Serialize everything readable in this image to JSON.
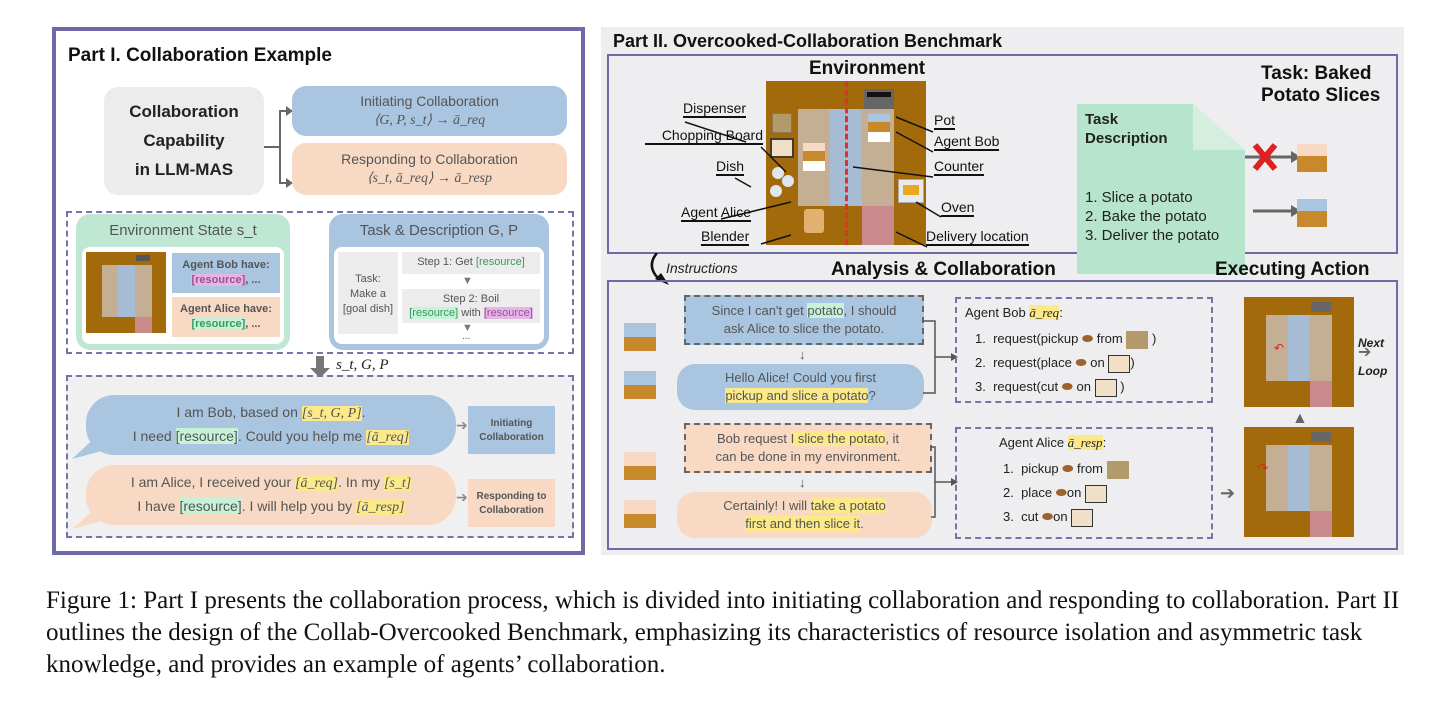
{
  "part1": {
    "title": "Part I. Collaboration Example",
    "capability": [
      "Collaboration",
      "Capability",
      "in LLM-MAS"
    ],
    "initiating": {
      "label": "Initiating Collaboration",
      "formula": "⟨G, P, s_t⟩ → ā_req"
    },
    "responding": {
      "label": "Responding to Collaboration",
      "formula": "⟨s_t, ā_req⟩ → ā_resp"
    },
    "env_state": {
      "title": "Environment State s_t",
      "bob_have": "Agent Bob have:",
      "alice_have": "Agent Alice have:",
      "resource": "[resource]",
      "ellipsis": ", ..."
    },
    "task_desc": {
      "title": "Task & Description G, P",
      "task": [
        "Task:",
        "Make a",
        "[goal dish]"
      ],
      "step1_prefix": "Step 1: Get ",
      "step2_prefix": "Step 2:  Boil",
      "with": " with ",
      "resource": "[resource]",
      "more": "..."
    },
    "flow_label": "s_t, G, P",
    "bob_msg": {
      "line1_prefix": "I am Bob, based on ",
      "line1_hl": "[s_t, G, P]",
      "line2_prefix": "I need ",
      "resource": "[resource]",
      "line2_mid": ". Could you help me ",
      "line2_hl": "[ā_req]"
    },
    "alice_msg": {
      "line1_prefix": "I am Alice,  I received your ",
      "line1_hl1": "[ā_req]",
      "line1_mid": ". In my ",
      "line1_hl2": "[s_t]",
      "line2_prefix": "I have ",
      "resource": "[resource]",
      "line2_mid": ". I will help you by ",
      "line2_hl": "[ā_resp]"
    },
    "tag_initiating": [
      "Initiating",
      "Collaboration"
    ],
    "tag_responding": [
      "Responding to",
      "Collaboration"
    ]
  },
  "part2": {
    "title": "Part II. Overcooked-Collaboration Benchmark",
    "environment": {
      "title": "Environment",
      "labels_left": [
        "Dispenser",
        "Chopping Board",
        "Dish",
        "Agent Alice",
        "Blender"
      ],
      "labels_right": [
        "Pot",
        "Agent Bob",
        "Counter",
        "Oven",
        "Delivery location"
      ]
    },
    "task": {
      "title": "Task: Baked Potato Slices",
      "desc_title": [
        "Task",
        "Description"
      ],
      "steps": [
        "1. Slice a potato",
        "2. Bake the potato",
        "3. Deliver the potato"
      ]
    },
    "instructions": "Instructions",
    "analysis_title": "Analysis & Collaboration",
    "executing_title": "Executing Action",
    "bob_think": {
      "pre": "Since I can't get ",
      "hl": "potato",
      "post": ", I should",
      "line2": "ask Alice to slice the potato."
    },
    "bob_say": {
      "line1": "Hello Alice! Could you first",
      "hl": "pickup and slice a potato",
      "post": "?"
    },
    "alice_think": {
      "pre": "Bob request ",
      "hl": "I slice the potato",
      "post": ", it",
      "line2": "can be done in my environment."
    },
    "alice_say": {
      "pre": "Certainly! I will ",
      "hl1": "take a potato",
      "hl2": "first and then slice it",
      "post": "."
    },
    "bob_req": {
      "title": "Agent Bob ",
      "symbol": "ā_req",
      "items": [
        {
          "num": "1.",
          "text": "request(pickup",
          "prep": "from",
          "end": ")"
        },
        {
          "num": "2.",
          "text": "request(place",
          "prep": "on",
          "end": ")"
        },
        {
          "num": "3.",
          "text": "request(cut",
          "prep": "on",
          "end": ")"
        }
      ]
    },
    "alice_resp": {
      "title": "Agent Alice ",
      "symbol": "ā_resp",
      "items": [
        {
          "num": "1.",
          "text": "pickup",
          "prep": "from"
        },
        {
          "num": "2.",
          "text": "place",
          "prep": "on"
        },
        {
          "num": "3.",
          "text": "cut",
          "prep": "on"
        }
      ]
    },
    "next_loop": [
      "Next",
      "Loop"
    ]
  },
  "caption": "Figure 1: Part I presents the collaboration process, which is divided into initiating collaboration and responding to collaboration. Part II outlines the design of the Collab-Overcooked Benchmark, emphasizing its characteristics of resource isolation and asymmetric task knowledge, and provides an example of agents’ collaboration.",
  "colors": {
    "frame": "#6e6aa6",
    "bob": "#a9c5e0",
    "alice": "#f8d9c4",
    "highlight": "#fbe98a",
    "resource": "#c6f2d8",
    "env": "#bfe7d4",
    "kitchen": "#a26a0a"
  }
}
